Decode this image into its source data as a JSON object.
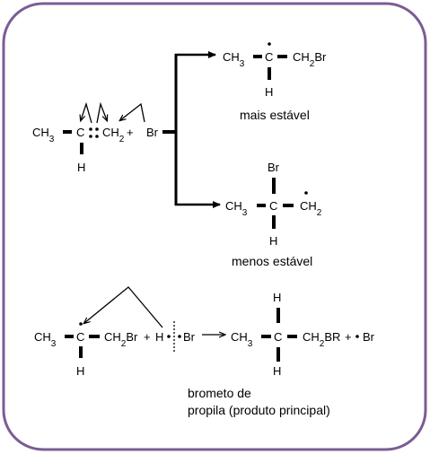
{
  "frame": {
    "border_color": "#7b5c94"
  },
  "reactant": {
    "ch3": "CH3",
    "c": "C",
    "ch2": "CH2",
    "plus": "+",
    "br": "Br",
    "h": "H"
  },
  "product_top": {
    "ch3": "CH3",
    "c": "C",
    "ch2br": "CH2Br",
    "h": "H",
    "caption": "mais estável"
  },
  "product_bottom": {
    "ch3": "CH3",
    "c": "C",
    "ch2": "CH2",
    "br": "Br",
    "h": "H",
    "caption": "menos estável"
  },
  "step2_left": {
    "ch3": "CH3",
    "c": "C",
    "ch2br": "CH2Br",
    "plus": "+",
    "h": "H",
    "br": "Br",
    "h_below": "H"
  },
  "step2_right": {
    "ch3": "CH3",
    "c": "C",
    "ch2br": "CH2BR",
    "plus": "+",
    "br": "Br",
    "h_top": "H",
    "h_bottom": "H",
    "caption_line1": "brometo de",
    "caption_line2": "propila (produto principal)"
  }
}
